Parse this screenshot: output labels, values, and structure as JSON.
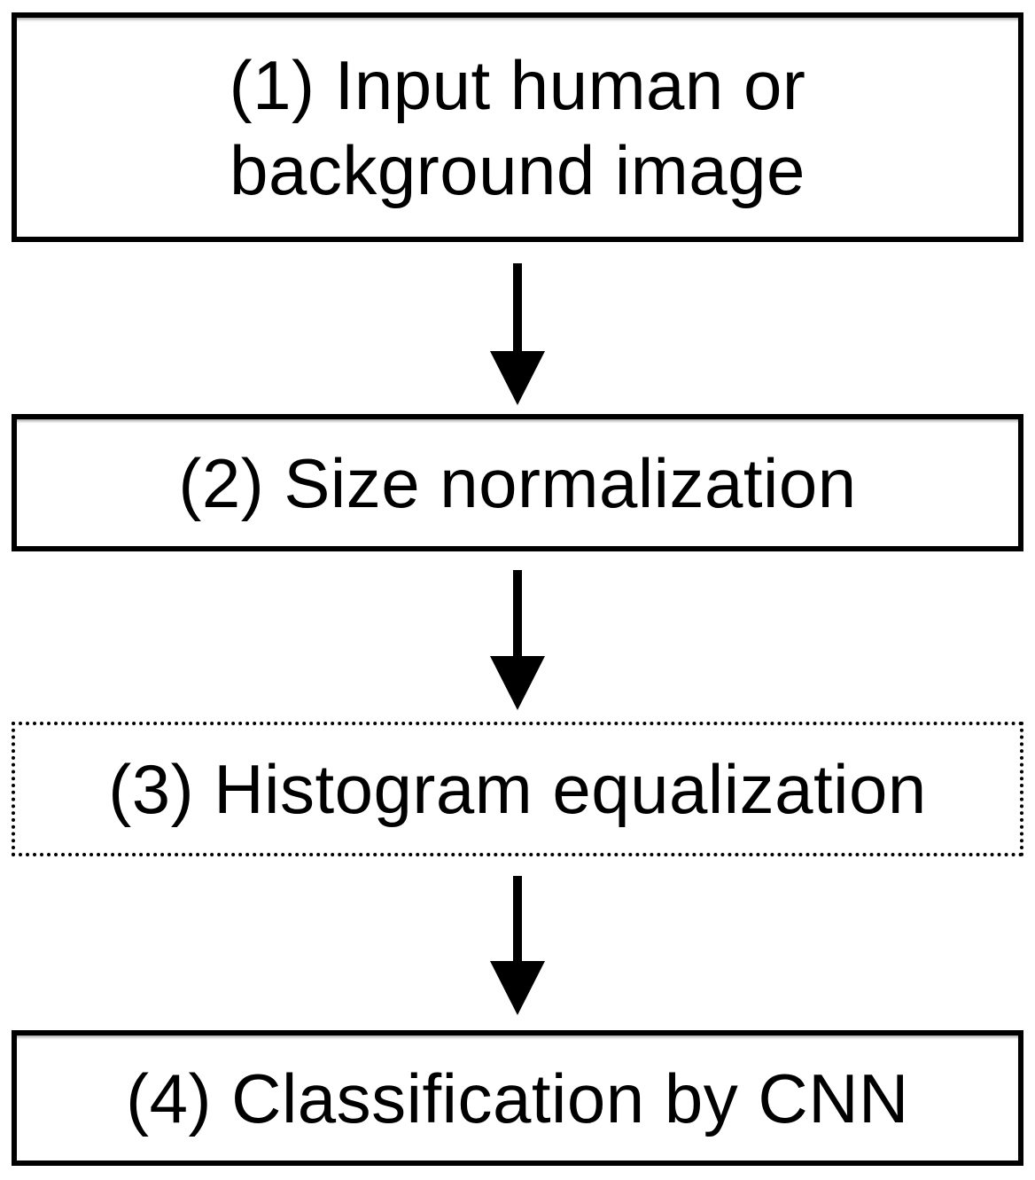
{
  "diagram": {
    "name": "cnn-preprocessing-pipeline-flowchart",
    "colors": {
      "background": "#ffffff",
      "box_border": "#000000",
      "text": "#000000",
      "arrow": "#000000"
    },
    "steps": [
      {
        "id": 1,
        "border_style": "solid",
        "label": "(1) Input human or background image",
        "lines": [
          "(1) Input human or",
          "background image"
        ]
      },
      {
        "id": 2,
        "border_style": "solid",
        "label": "(2) Size normalization",
        "lines": [
          "(2) Size normalization"
        ]
      },
      {
        "id": 3,
        "border_style": "dotted",
        "label": "(3) Histogram equalization",
        "lines": [
          "(3) Histogram equalization"
        ]
      },
      {
        "id": 4,
        "border_style": "solid",
        "label": "(4) Classification by CNN",
        "lines": [
          "(4) Classification by CNN"
        ]
      }
    ],
    "connectors": [
      {
        "from": 1,
        "to": 2,
        "type": "arrow-down"
      },
      {
        "from": 2,
        "to": 3,
        "type": "arrow-down"
      },
      {
        "from": 3,
        "to": 4,
        "type": "arrow-down"
      }
    ]
  }
}
